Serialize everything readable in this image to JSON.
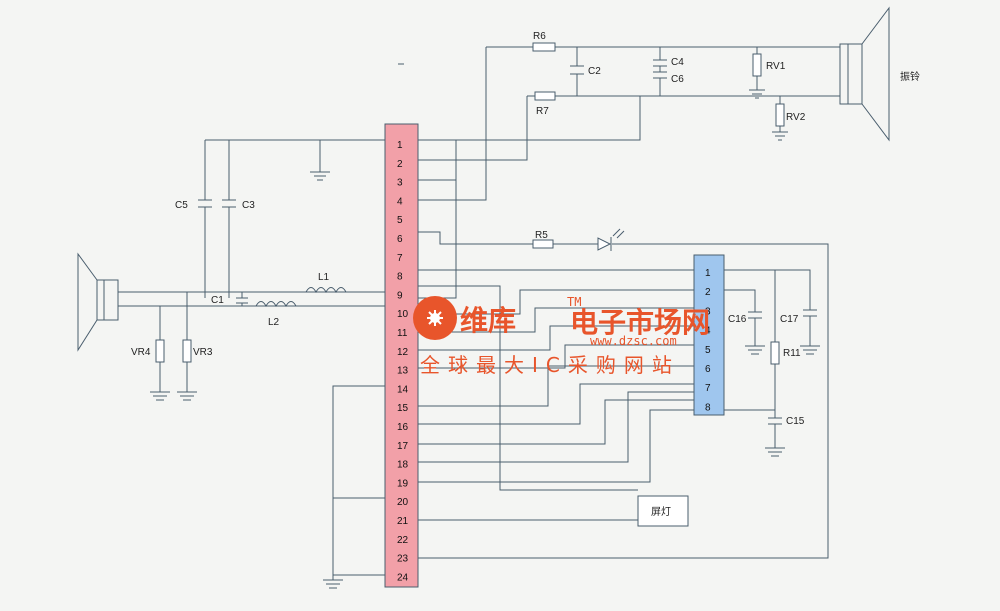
{
  "main_chip": {
    "pins": [
      "1",
      "2",
      "3",
      "4",
      "5",
      "6",
      "7",
      "8",
      "9",
      "10",
      "11",
      "12",
      "13",
      "14",
      "15",
      "16",
      "17",
      "18",
      "19",
      "20",
      "21",
      "22",
      "23",
      "24"
    ],
    "fill": "#f2a0a8"
  },
  "sub_chip": {
    "pins": [
      "1",
      "2",
      "3",
      "4",
      "5",
      "6",
      "7",
      "8"
    ],
    "fill": "#9fc6ee"
  },
  "labels": {
    "r6": "R6",
    "r7": "R7",
    "c2": "C2",
    "c4": "C4",
    "c6": "C6",
    "rv1": "RV1",
    "rv2": "RV2",
    "buzzer": "振铃",
    "c5": "C5",
    "c3": "C3",
    "c1": "C1",
    "l1": "L1",
    "l2": "L2",
    "vr4": "VR4",
    "vr3": "VR3",
    "r5": "R5",
    "c16": "C16",
    "c17": "C17",
    "r11": "R11",
    "c15": "C15",
    "lamp": "屏灯"
  },
  "watermark": {
    "brand": "维库",
    "tm": "TM",
    "title": "电子市场网",
    "url": "www.dzsc.com",
    "slogan": "全球最大IC采购网站"
  },
  "colors": {
    "wire": "#4a5e6e",
    "watermark": "#e8552b"
  }
}
